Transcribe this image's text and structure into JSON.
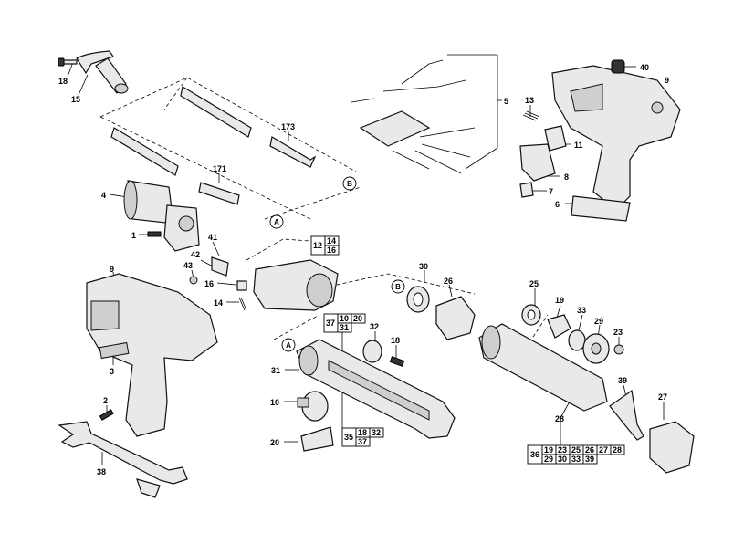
{
  "callouts": {
    "p18a": "18",
    "p15": "15",
    "p173": "173",
    "p171": "171",
    "p5": "5",
    "p40": "40",
    "p9a": "9",
    "p13": "13",
    "p11": "11",
    "p8": "8",
    "p7": "7",
    "p6": "6",
    "p4": "4",
    "p1": "1",
    "p41": "41",
    "p42": "42",
    "p43": "43",
    "p16": "16",
    "p14": "14",
    "p9b": "9",
    "p3": "3",
    "p2": "2",
    "p38": "38",
    "p30": "30",
    "p26": "26",
    "p25": "25",
    "p19": "19",
    "p33": "33",
    "p29": "29",
    "p23": "23",
    "p39": "39",
    "p27": "27",
    "p28": "28",
    "p32": "32",
    "p18b": "18",
    "p31": "31",
    "p10": "10",
    "p20": "20"
  },
  "markers": {
    "a1": "A",
    "a2": "A",
    "b1": "B",
    "b2": "B"
  },
  "groups": {
    "g12": {
      "main": "12",
      "subs": [
        "14",
        "16"
      ]
    },
    "g37": {
      "main": "37",
      "subs": [
        "10",
        "20",
        "31"
      ]
    },
    "g35": {
      "main": "35",
      "subs": [
        "18",
        "32",
        "37"
      ]
    },
    "g36": {
      "main": "36",
      "subs": [
        "19",
        "23",
        "25",
        "26",
        "27",
        "28",
        "29",
        "30",
        "33",
        "39"
      ]
    }
  }
}
